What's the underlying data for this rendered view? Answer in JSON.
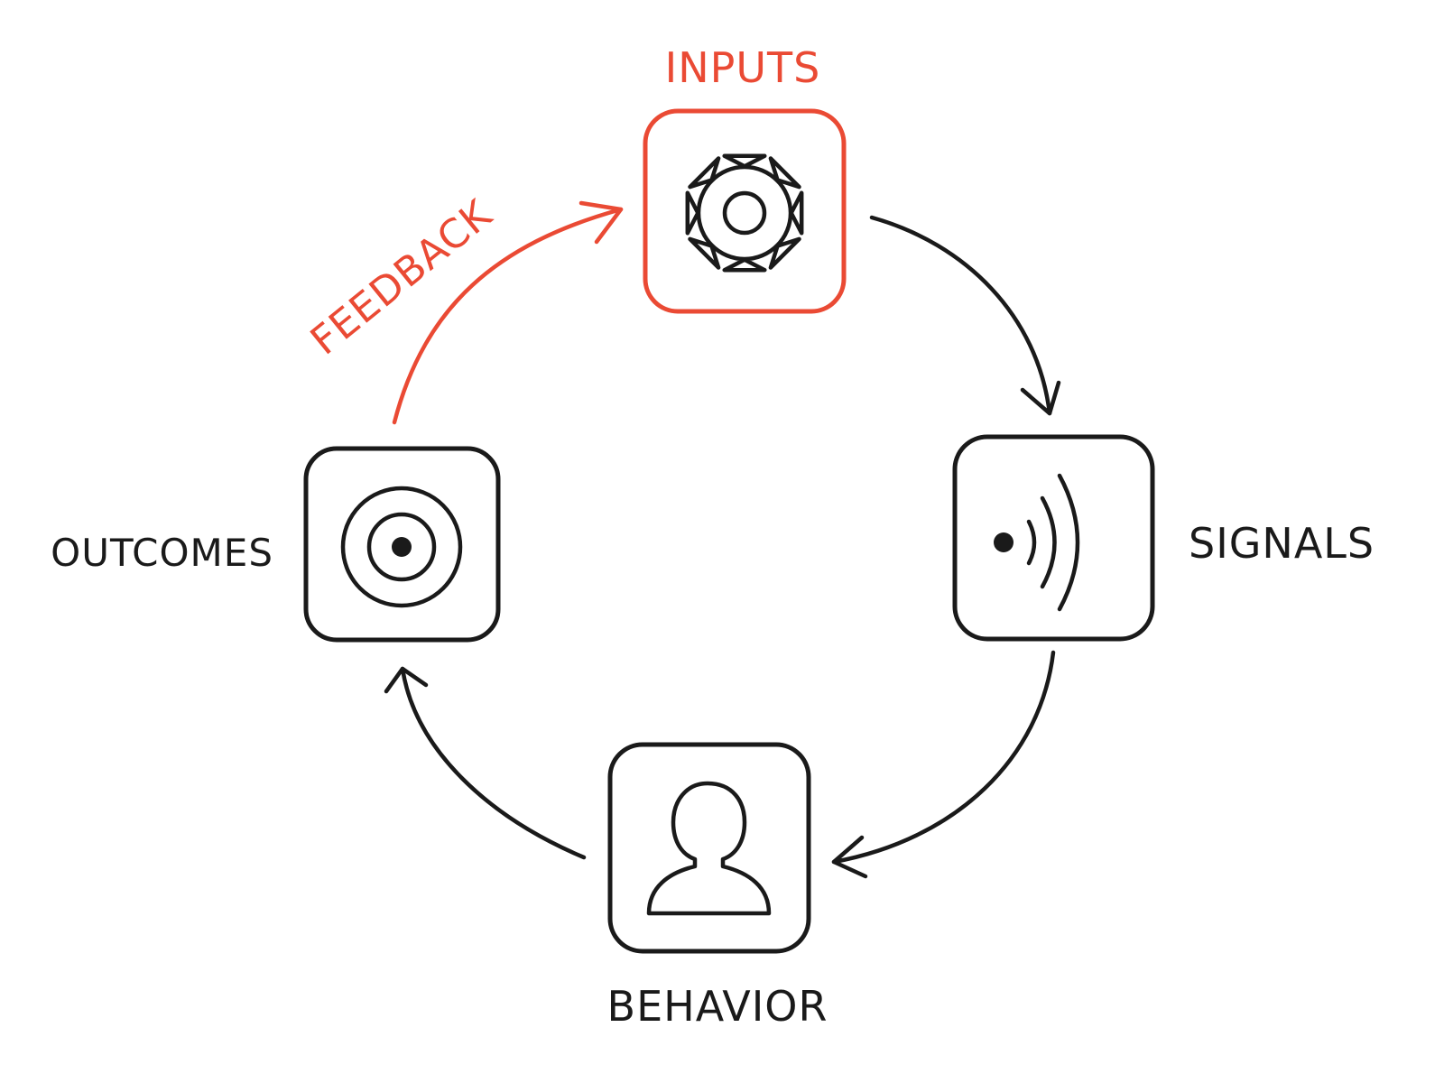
{
  "diagram": {
    "nodes": {
      "inputs": {
        "label": "INPUTS",
        "icon": "gear-icon",
        "color": "#ea4a34"
      },
      "signals": {
        "label": "SIGNALS",
        "icon": "broadcast-icon",
        "color": "#1a1a1a"
      },
      "behavior": {
        "label": "BEHAVIOR",
        "icon": "person-icon",
        "color": "#1a1a1a"
      },
      "outcomes": {
        "label": "OUTCOMES",
        "icon": "target-icon",
        "color": "#1a1a1a"
      }
    },
    "edges": {
      "feedback": {
        "label": "FEEDBACK",
        "color": "#ea4a34"
      }
    }
  }
}
